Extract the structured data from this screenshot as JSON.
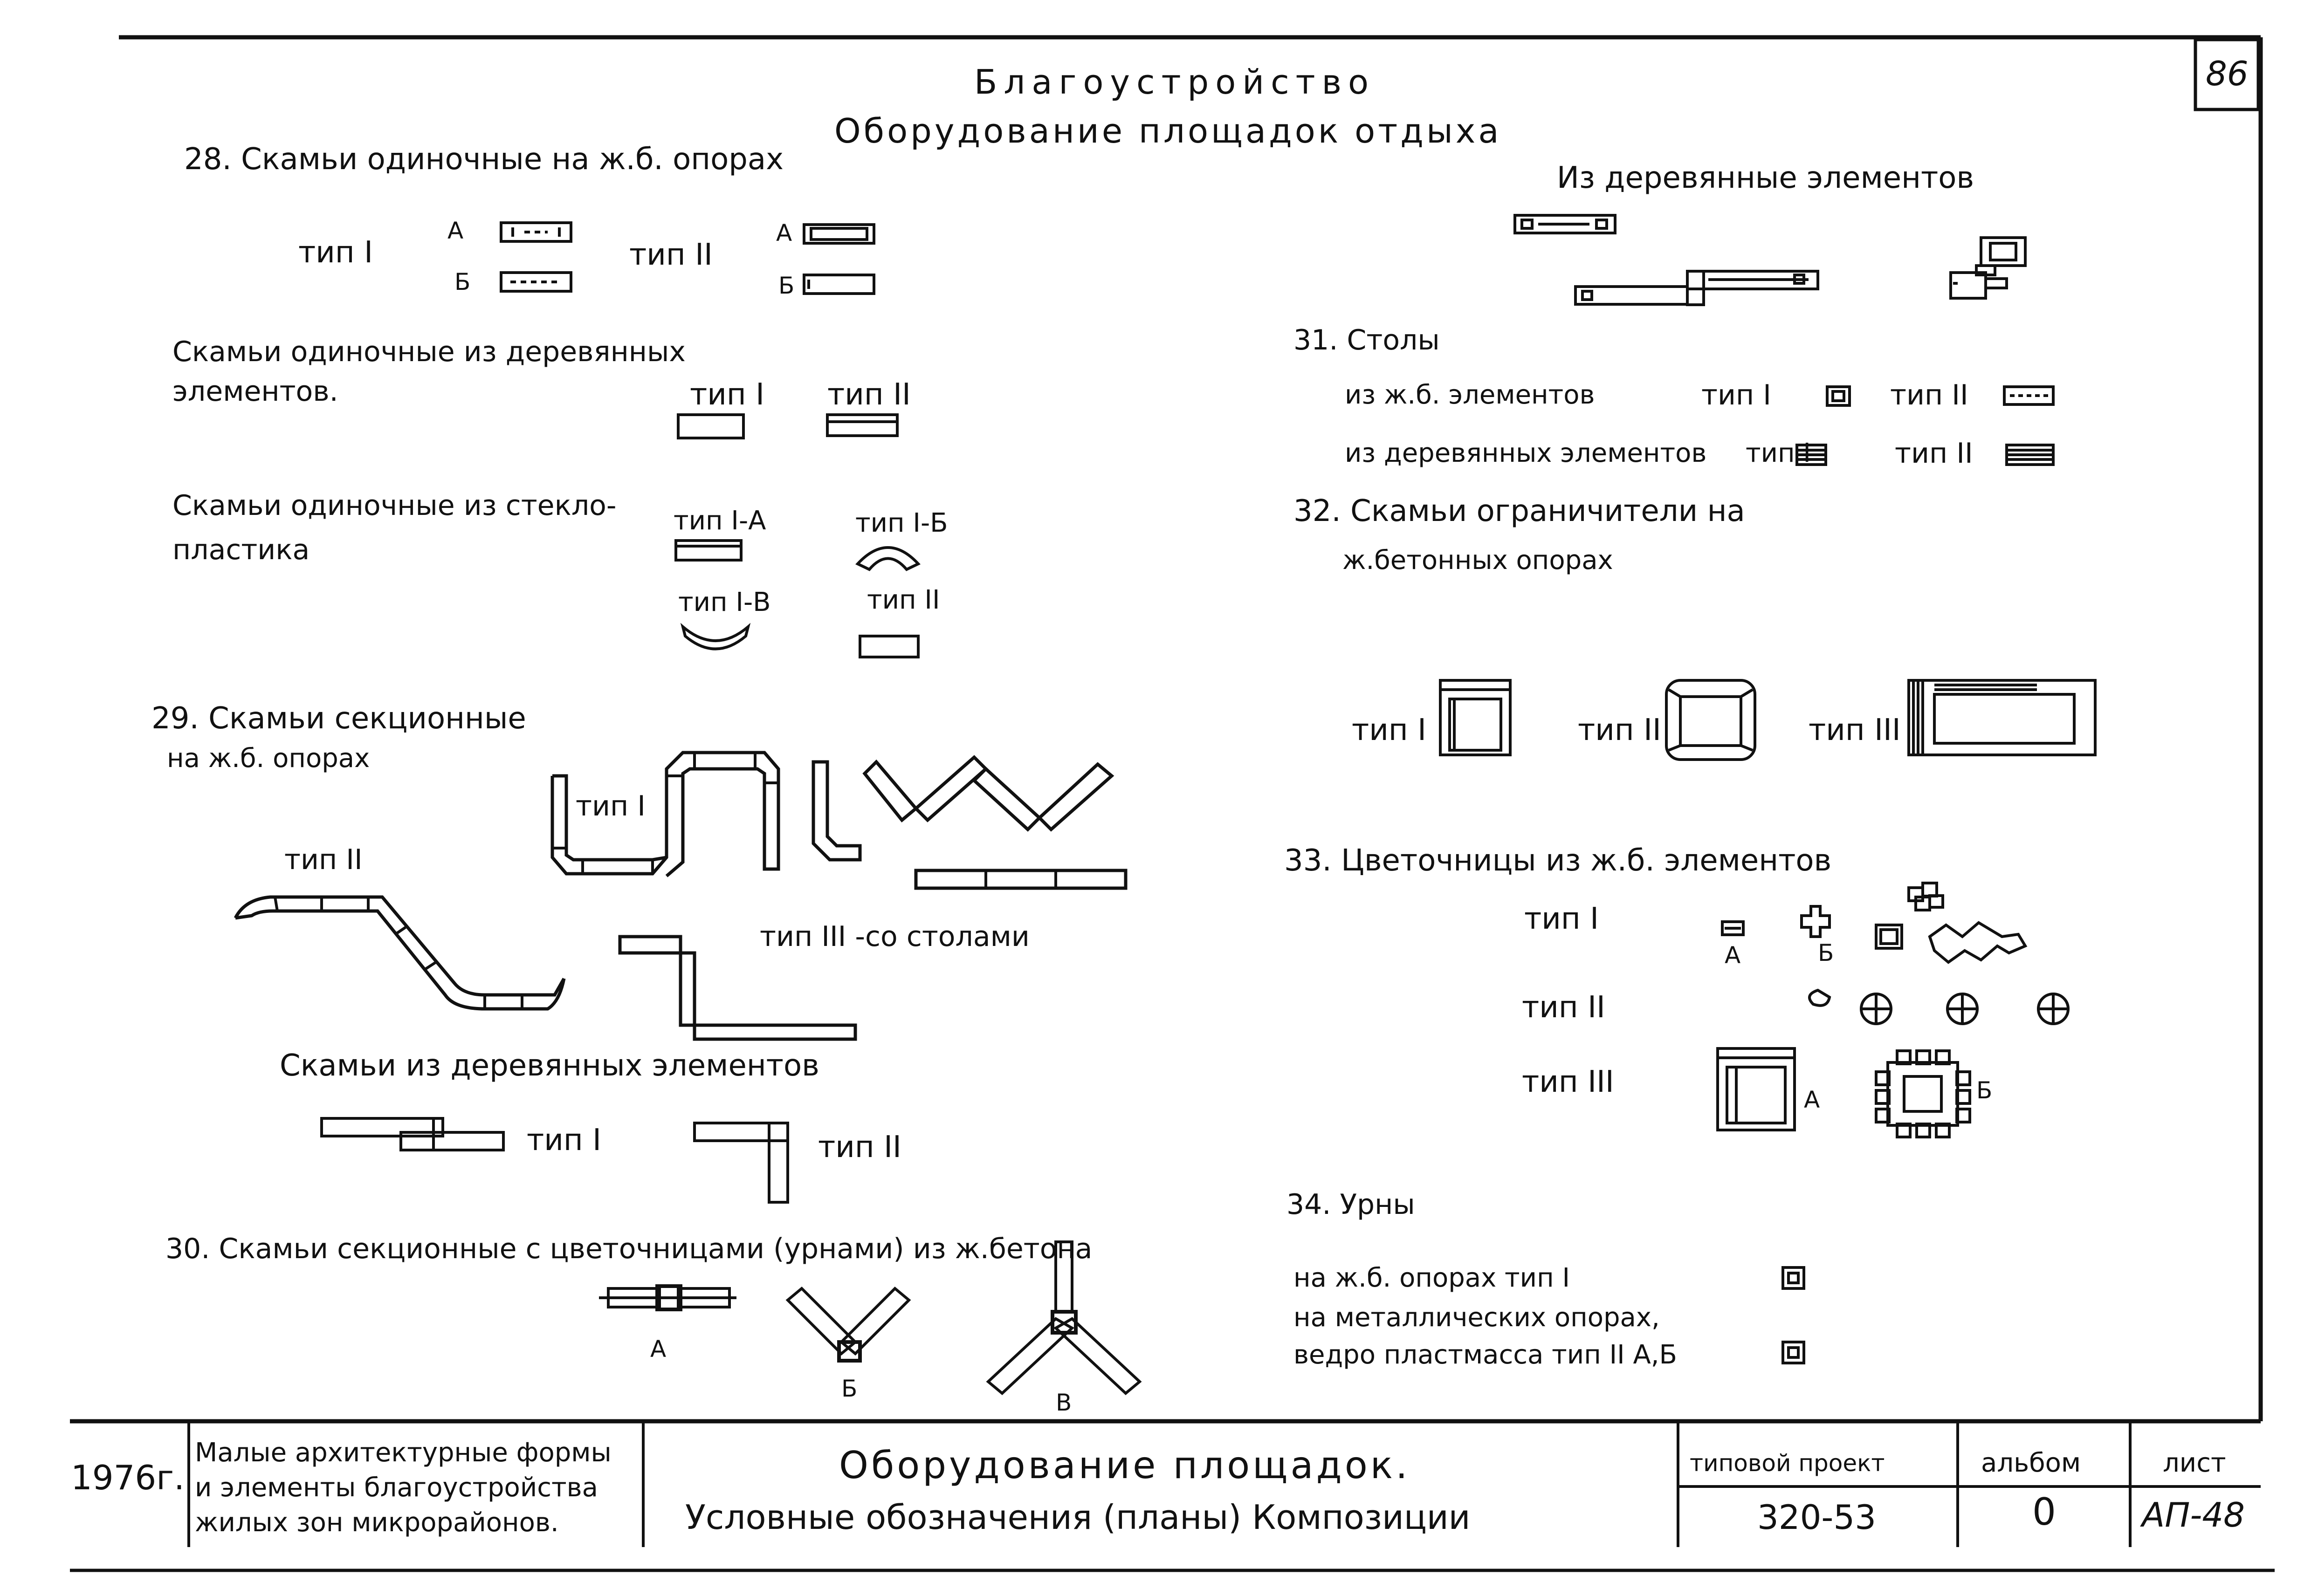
{
  "sheet_number": "86",
  "header": {
    "title": "Благоустройство",
    "subtitle": "Оборудование площадок отдыха"
  },
  "left": {
    "s28": {
      "heading": "28. Скамьи одиночные на ж.б. опорах",
      "type1": "тип I",
      "type2": "тип II",
      "a": "А",
      "b": "Б"
    },
    "wood": {
      "heading_line1": "Скамьи одиночные из деревянных",
      "heading_line2": "элементов.",
      "type1": "тип I",
      "type2": "тип II"
    },
    "glass": {
      "heading_line1": "Скамьи одиночные из стекло-",
      "heading_line2": "пластика",
      "type1a": "тип I-А",
      "type1b": "тип I-Б",
      "type1v": "тип I-В",
      "type2": "тип II"
    },
    "s29": {
      "heading_line1": "29. Скамьи секционные",
      "heading_line2": "на ж.б. опорах",
      "type1": "тип I",
      "type2": "тип II",
      "type3": "тип III -со столами"
    },
    "wood_sec": {
      "heading": "Скамьи из деревянных элементов",
      "type1": "тип I",
      "type2": "тип II"
    },
    "s30": {
      "heading": "30. Скамьи секционные с цветочницами (урнами) из ж.бетона",
      "a": "А",
      "b": "Б",
      "v": "В"
    }
  },
  "right": {
    "wood_top": {
      "heading": "Из деревянные элементов"
    },
    "s31": {
      "heading": "31. Столы",
      "row1_label": "из ж.б. элементов",
      "row1_type1": "тип I",
      "row1_type2": "тип II",
      "row2_label": "из деревянных элементов",
      "row2_type1": "тип I",
      "row2_type2": "тип II"
    },
    "s32": {
      "heading_line1": "32. Скамьи ограничители на",
      "heading_line2": "ж.бетонных опорах",
      "type1": "тип I",
      "type2": "тип II",
      "type3": "тип III"
    },
    "s33": {
      "heading": "33. Цветочницы из ж.б. элементов",
      "type1": "тип I",
      "type2": "тип II",
      "type3": "тип III",
      "a": "А",
      "b": "Б"
    },
    "s34": {
      "heading": "34. Урны",
      "line1": "на ж.б. опорах тип I",
      "line2": "на металлических опорах,",
      "line3": "ведро пластмасса тип II А,Б"
    }
  },
  "title_block": {
    "year": "1976г.",
    "series_line1": "Малые архитектурные формы",
    "series_line2": "и элементы благоустройства",
    "series_line3": "жилых зон микрорайонов.",
    "sheet_title_line1": "Оборудование площадок.",
    "sheet_title_line2": "Условные обозначения (планы) Композиции",
    "project_label": "типовой проект",
    "project_value": "320-53",
    "album_label": "альбом",
    "album_value": "0",
    "sheet_label": "лист",
    "sheet_value": "АП-48"
  }
}
